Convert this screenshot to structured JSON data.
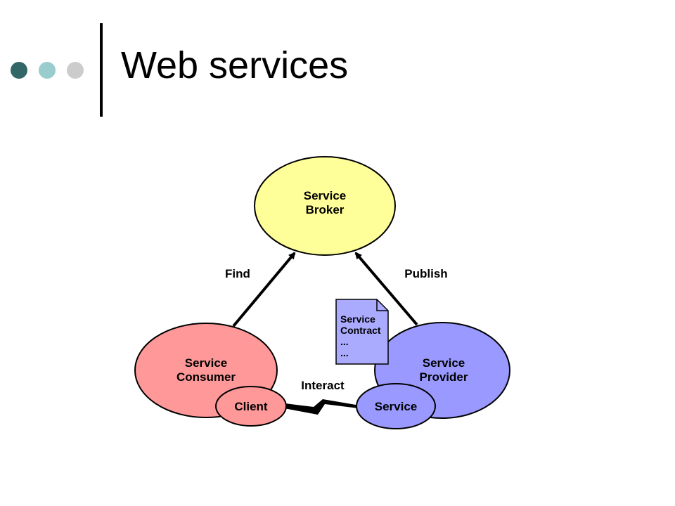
{
  "slide": {
    "title": "Web services",
    "bullet_colors": [
      "#336666",
      "#99cccc",
      "#cccccc"
    ]
  },
  "diagram": {
    "broker": {
      "line1": "Service",
      "line2": "Broker",
      "fill": "#ffff99"
    },
    "consumer": {
      "line1": "Service",
      "line2": "Consumer",
      "fill": "#ff9999"
    },
    "provider": {
      "line1": "Service",
      "line2": "Provider",
      "fill": "#9999ff"
    },
    "client": {
      "label": "Client",
      "fill": "#ff9999"
    },
    "service": {
      "label": "Service",
      "fill": "#9999ff"
    },
    "contract": {
      "lines": [
        "Service",
        "Contract",
        "...",
        "..."
      ],
      "fill": "#aaaaff"
    },
    "edges": {
      "find": "Find",
      "publish": "Publish",
      "interact": "Interact"
    }
  }
}
